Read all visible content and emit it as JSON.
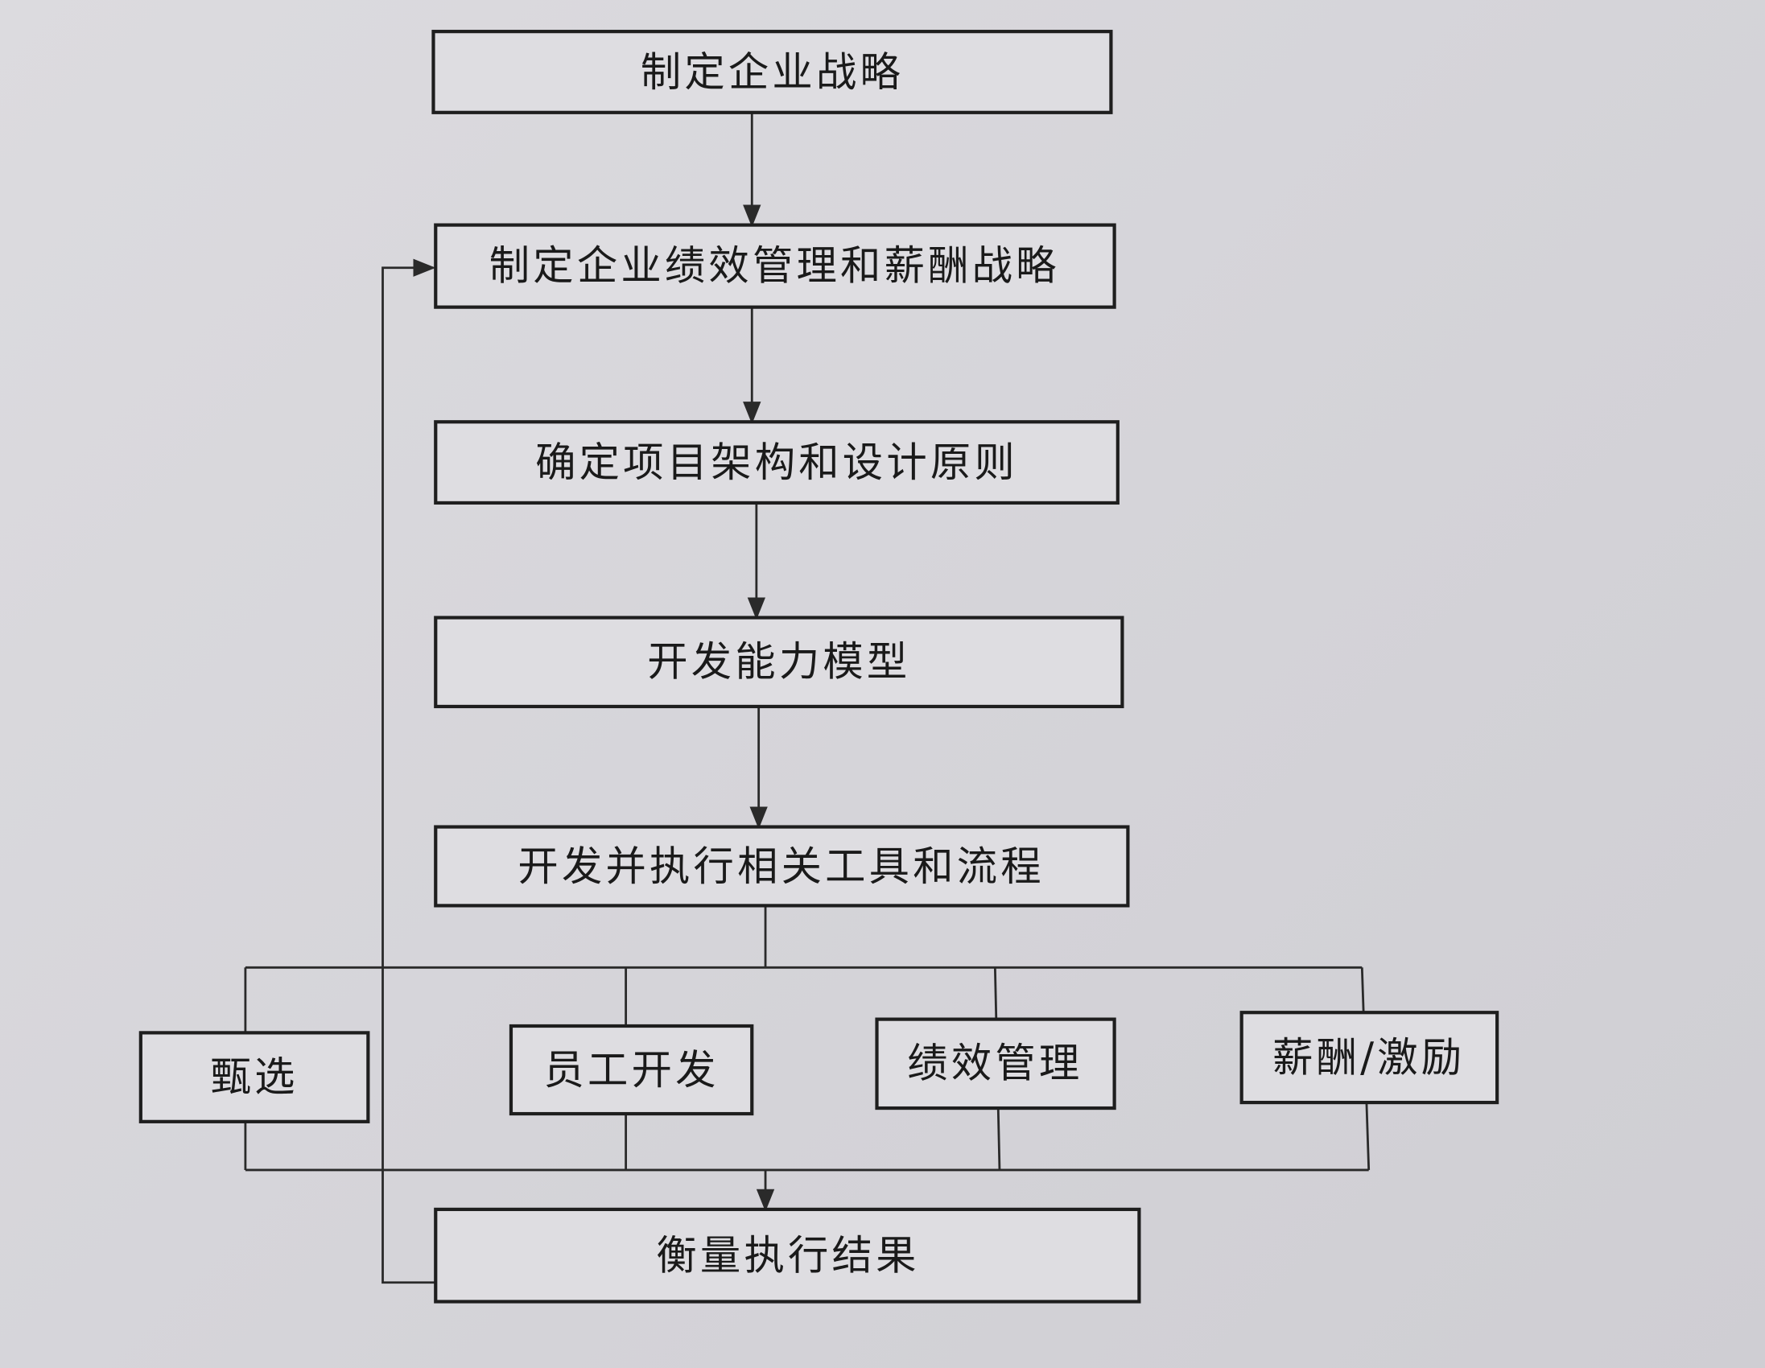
{
  "nodes": {
    "strategy": "制定企业战略",
    "perf_comp_strategy": "制定企业绩效管理和薪酬战略",
    "architecture": "确定项目架构和设计原则",
    "competency_model": "开发能力模型",
    "tools_processes": "开发并执行相关工具和流程",
    "selection": "甄选",
    "employee_dev": "员工开发",
    "perf_mgmt": "绩效管理",
    "compensation": "薪酬/激励",
    "measure": "衡量执行结果"
  },
  "colors": {
    "background": "#d8d7db",
    "box_fill": "#dedde1",
    "stroke": "#1e1e1e"
  }
}
